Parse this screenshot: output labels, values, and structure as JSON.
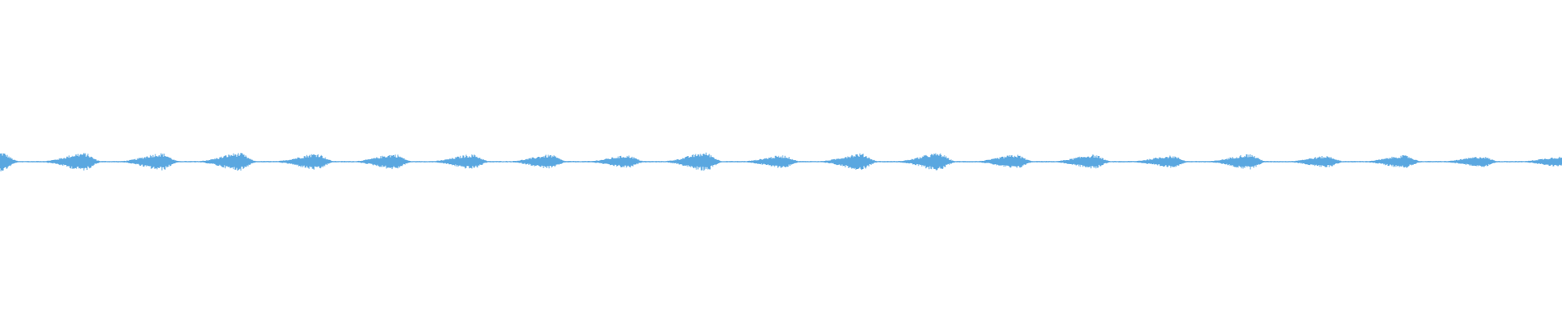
{
  "waveform": {
    "color": "#5aa7e0",
    "background": "#ffffff",
    "burst_count": 20,
    "burst_peak_amplitudes": [
      0.75,
      0.7,
      0.68,
      0.7,
      0.65,
      0.6,
      0.58,
      0.55,
      0.5,
      0.72,
      0.5,
      0.65,
      0.68,
      0.55,
      0.55,
      0.48,
      0.6,
      0.45,
      0.5,
      0.42,
      0.4
    ],
    "baseline_amplitude": 0.06
  }
}
